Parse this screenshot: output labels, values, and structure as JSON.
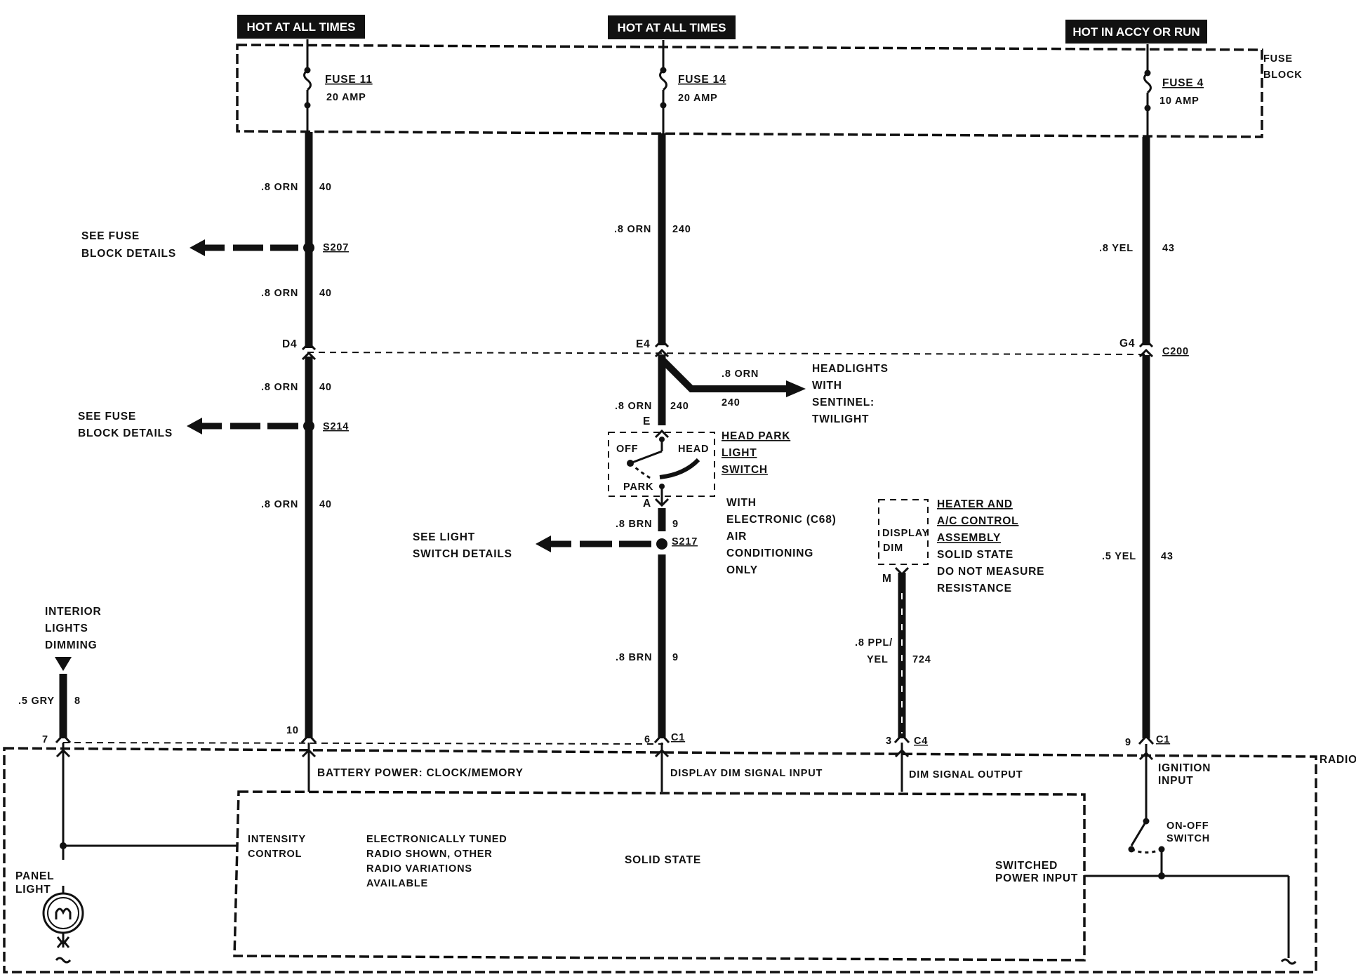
{
  "sources": {
    "fuse11_header": "HOT AT ALL TIMES",
    "fuse14_header": "HOT AT ALL TIMES",
    "fuse4_header": "HOT IN ACCY OR RUN"
  },
  "fuse_block": {
    "label_line1": "FUSE",
    "label_line2": "BLOCK",
    "fuse11_name": "FUSE 11",
    "fuse11_rating": "20 AMP",
    "fuse14_name": "FUSE 14",
    "fuse14_rating": "20 AMP",
    "fuse4_name": "FUSE 4",
    "fuse4_rating": "10 AMP"
  },
  "left_circuit": {
    "w1_gauge": ".8 ORN",
    "w1_ckt": "40",
    "splice1": "S207",
    "see1_line1": "SEE FUSE",
    "see1_line2": "BLOCK DETAILS",
    "w2_gauge": ".8 ORN",
    "w2_ckt": "40",
    "conn": "D4",
    "w3_gauge": ".8 ORN",
    "w3_ckt": "40",
    "splice2": "S214",
    "see2_line1": "SEE FUSE",
    "see2_line2": "BLOCK DETAILS",
    "w4_gauge": ".8 ORN",
    "w4_ckt": "40",
    "pin": "10"
  },
  "center_circuit": {
    "w1_gauge": ".8 ORN",
    "w1_ckt": "240",
    "conn": "E4",
    "branch_gauge": ".8 ORN",
    "branch_ckt": "240",
    "headlights_line1": "HEADLIGHTS",
    "headlights_line2": "WITH",
    "headlights_line3": "SENTINEL:",
    "headlights_line4": "TWILIGHT",
    "w2_gauge": ".8 ORN",
    "w2_ckt": "240",
    "switch_pin_in": "E",
    "switch_off": "OFF",
    "switch_head": "HEAD",
    "switch_park": "PARK",
    "switch_name1": "HEAD PARK",
    "switch_name2": "LIGHT",
    "switch_name3": "SWITCH",
    "switch_pin_out": "A",
    "note_line1": "WITH",
    "note_line2": "ELECTRONIC (C68)",
    "note_line3": "AIR",
    "note_line4": "CONDITIONING",
    "note_line5": "ONLY",
    "w3_gauge": ".8 BRN",
    "w3_ckt": "9",
    "splice": "S217",
    "see_line1": "SEE LIGHT",
    "see_line2": "SWITCH DETAILS",
    "w4_gauge": ".8 BRN",
    "w4_ckt": "9",
    "pin": "6",
    "connector": "C1"
  },
  "hvac": {
    "box_line1": "DISPLAY",
    "box_line2": "DIM",
    "pin_out": "M",
    "name1": "HEATER AND",
    "name2": "A/C CONTROL",
    "name3": "ASSEMBLY",
    "desc1": "SOLID STATE",
    "desc2": "DO NOT MEASURE",
    "desc3": "RESISTANCE",
    "w_gauge1": ".8 PPL/",
    "w_gauge2": "YEL",
    "w_ckt": "724",
    "pin": "3",
    "connector": "C4"
  },
  "right_circuit": {
    "w1_gauge": ".8 YEL",
    "w1_ckt": "43",
    "conn": "G4",
    "connector": "C200",
    "w2_gauge": ".5 YEL",
    "w2_ckt": "43",
    "pin": "9",
    "pin_connector": "C1"
  },
  "dimming": {
    "line1": "INTERIOR",
    "line2": "LIGHTS",
    "line3": "DIMMING",
    "w_gauge": ".5 GRY",
    "w_ckt": "8",
    "pin": "7"
  },
  "radio": {
    "label": "RADIO",
    "battery_input": "BATTERY POWER: CLOCK/MEMORY",
    "display_dim_input": "DISPLAY DIM SIGNAL INPUT",
    "dim_output": "DIM SIGNAL OUTPUT",
    "ignition_line1": "IGNITION",
    "ignition_line2": "INPUT",
    "onoff_line1": "ON-OFF",
    "onoff_line2": "SWITCH",
    "intensity_line1": "INTENSITY",
    "intensity_line2": "CONTROL",
    "tuned_line1": "ELECTRONICALLY TUNED",
    "tuned_line2": "RADIO SHOWN, OTHER",
    "tuned_line3": "RADIO VARIATIONS",
    "tuned_line4": "AVAILABLE",
    "solid_state": "SOLID STATE",
    "switched_line1": "SWITCHED",
    "switched_line2": "POWER INPUT",
    "panel_line1": "PANEL",
    "panel_line2": "LIGHT"
  }
}
